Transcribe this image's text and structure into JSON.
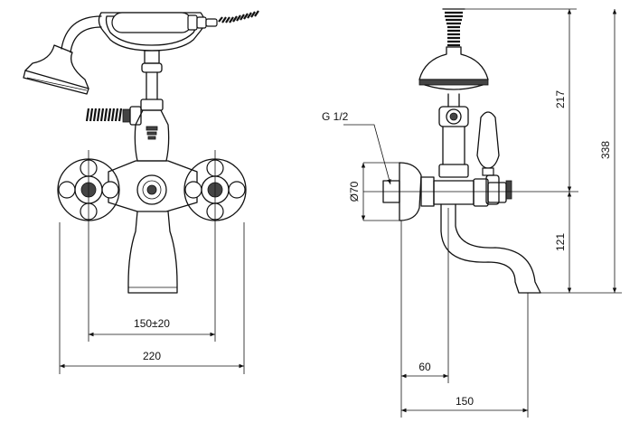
{
  "front_view": {
    "dim_center_distance": "150±20",
    "dim_overall_width": "220"
  },
  "side_view": {
    "thread_label": "G 1/2",
    "dim_flange_diameter": "Ø70",
    "dim_upper_height": "217",
    "dim_lower_height": "121",
    "dim_total_height": "338",
    "dim_wall_to_axis": "60",
    "dim_spout_projection": "150"
  }
}
